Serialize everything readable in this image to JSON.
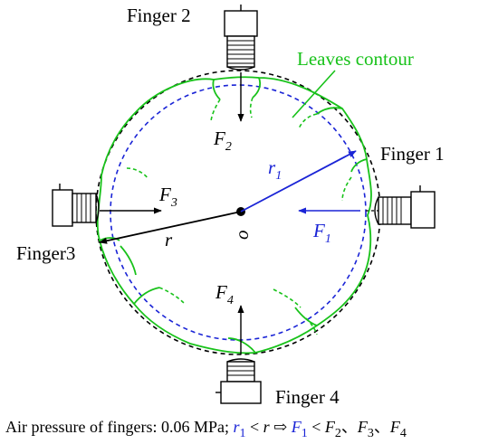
{
  "labels": {
    "finger1": "Finger 1",
    "finger2": "Finger 2",
    "finger3": "Finger3",
    "finger4": "Finger 4",
    "leaves_contour": "Leaves contour",
    "center": "o",
    "r": "r",
    "r1_base": "r",
    "r1_sub": "1",
    "f1_base": "F",
    "f1_sub": "1",
    "f2_base": "F",
    "f2_sub": "2",
    "f3_base": "F",
    "f3_sub": "3",
    "f4_base": "F",
    "f4_sub": "4"
  },
  "caption": {
    "prefix": "Air pressure of fingers: 0.06 MPa;",
    "r1": "r",
    "r1_sub": "1",
    "lt1": " < ",
    "r": "r",
    "arrow": "⇨",
    "f1": "F",
    "f1_sub": "1",
    "lt2": " < ",
    "f2": "F",
    "f2_sub": "2",
    "sep1": "、",
    "f3": "F",
    "f3_sub": "3",
    "sep2": "、",
    "f4": "F",
    "f4_sub": "4"
  },
  "colors": {
    "leaf_green": "#18c21a",
    "inner_blue": "#1a24d6",
    "black": "#000000"
  }
}
